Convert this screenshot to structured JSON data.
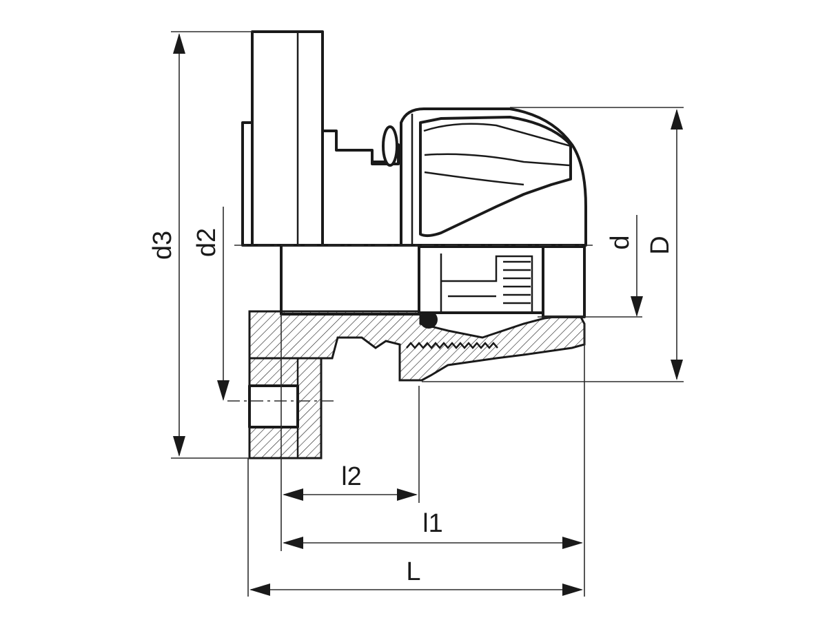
{
  "dimensions": {
    "d3": "d3",
    "d2": "d2",
    "d": "d",
    "D": "D",
    "l2": "l2",
    "l1": "l1",
    "L": "L"
  }
}
